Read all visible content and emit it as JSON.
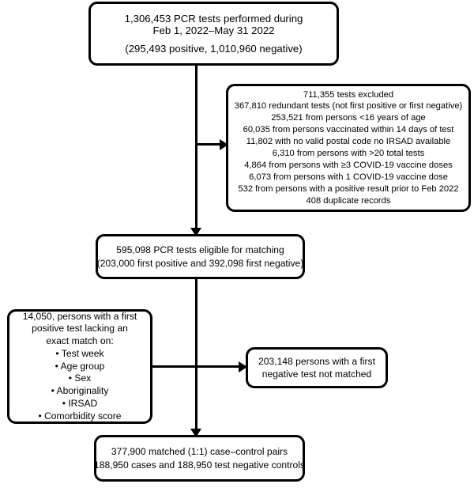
{
  "figure": {
    "title": "PCR test matching flowchart",
    "line_color": "#000000",
    "box_fill": "#ffffff"
  },
  "nodes": {
    "total_tests": {
      "line1": "1,306,453 PCR tests performed during",
      "line2": "Feb 1, 2022–May 31 2022",
      "line3": "(295,493 positive, 1,010,960 negative)"
    },
    "excluded": {
      "line1": "711,355 tests excluded",
      "line2": "367,810 redundant tests (not first positive or first negative)",
      "line3": "253,521 from persons <16 years of age",
      "line4": "60,035 from persons vaccinated within 14 days of test",
      "line5": "11,802 with no valid postal code no IRSAD available",
      "line6": "6,310 from persons with >20 total tests",
      "line7": "4,864 from persons with ≥3 COVID-19 vaccine doses",
      "line8": "6,073 from persons with 1 COVID-19 vaccine dose",
      "line9": "532 from persons with a positive result prior to Feb 2022",
      "line10": "408 duplicate records"
    },
    "eligible": {
      "line1": "595,098 PCR tests eligible for matching",
      "line2": "(203,000 first positive and 392,098 first negative)"
    },
    "unmatched_positive": {
      "line1": "14,050, persons with a first",
      "line2": "positive test lacking an",
      "line3": "exact match on:",
      "bullets": [
        "• Test week",
        "• Age group",
        "• Sex",
        "• Aboriginality",
        "• IRSAD",
        "• Comorbidity score"
      ]
    },
    "unmatched_negative": {
      "line1": "203,148 persons with a first",
      "line2": "negative test not matched"
    },
    "matched": {
      "line1": "377,900 matched (1:1) case–control pairs",
      "line2": "188,950 cases and 188,950 test negative controls"
    }
  },
  "chart_data": {
    "type": "diagram",
    "diagram_kind": "flowchart",
    "title": "PCR tests performed Feb 1, 2022 – May 31 2022: matching flow",
    "steps": [
      {
        "id": "total_tests",
        "value": 1306453,
        "positive": 295493,
        "negative": 1010960
      },
      {
        "id": "excluded",
        "value": 711355
      },
      {
        "id": "eligible",
        "value": 595098,
        "first_positive": 203000,
        "first_negative": 392098
      },
      {
        "id": "unmatched_positive",
        "value": 14050
      },
      {
        "id": "unmatched_negative",
        "value": 203148
      },
      {
        "id": "matched_pairs",
        "value": 377900,
        "cases": 188950,
        "controls": 188950
      }
    ],
    "exclusion_breakdown": [
      {
        "reason": "redundant tests (not first positive or first negative)",
        "count": 367810
      },
      {
        "reason": "from persons <16 years of age",
        "count": 253521
      },
      {
        "reason": "from persons vaccinated within 14 days of test",
        "count": 60035
      },
      {
        "reason": "with no valid postal code no IRSAD available",
        "count": 11802
      },
      {
        "reason": "from persons with >20 total tests",
        "count": 6310
      },
      {
        "reason": "from persons with ≥3 COVID-19 vaccine doses",
        "count": 4864
      },
      {
        "reason": "from persons with 1 COVID-19 vaccine dose",
        "count": 6073
      },
      {
        "reason": "from persons with a positive result prior to Feb 2022",
        "count": 532
      },
      {
        "reason": "duplicate records",
        "count": 408
      }
    ],
    "match_criteria": [
      "Test week",
      "Age group",
      "Sex",
      "Aboriginality",
      "IRSAD",
      "Comorbidity score"
    ],
    "edges": [
      {
        "from": "total_tests",
        "to": "excluded",
        "direction": "right"
      },
      {
        "from": "total_tests",
        "to": "eligible",
        "direction": "down"
      },
      {
        "from": "eligible",
        "to": "unmatched_positive",
        "direction": "left"
      },
      {
        "from": "eligible",
        "to": "unmatched_negative",
        "direction": "right"
      },
      {
        "from": "eligible",
        "to": "matched_pairs",
        "direction": "down"
      }
    ]
  }
}
